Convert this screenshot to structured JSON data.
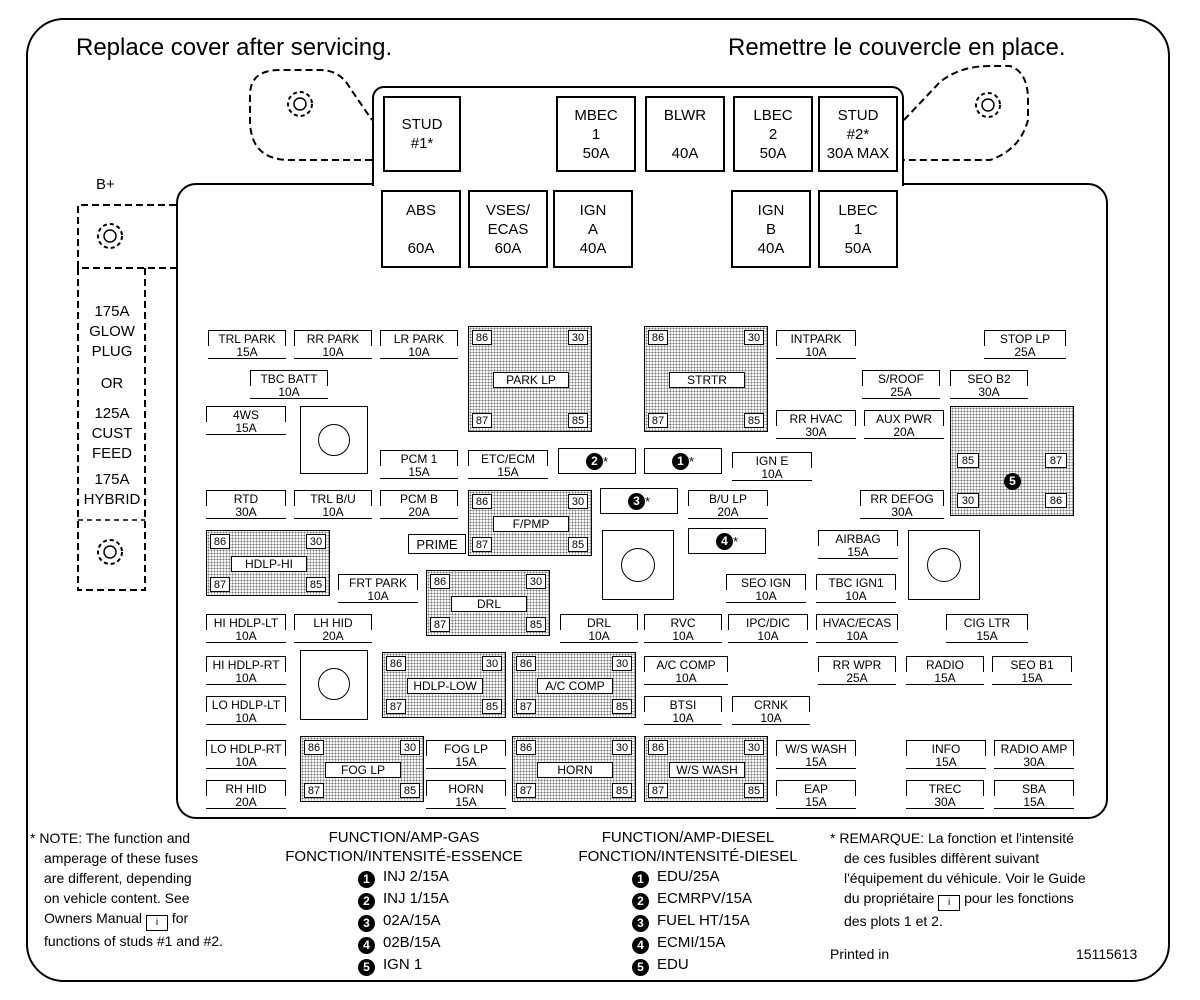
{
  "header": {
    "left": "Replace cover after servicing.",
    "right": "Remettre le couvercle en place."
  },
  "bplus": "B+",
  "side_text": {
    "line1": "175A",
    "line2": "GLOW",
    "line3": "PLUG",
    "or": "OR",
    "line4": "125A",
    "line5": "CUST",
    "line6": "FEED",
    "line7": "175A",
    "line8": "HYBRID"
  },
  "maxi": {
    "stud1": "STUD\n#1*",
    "mbec1": "MBEC\n1\n50A",
    "blwr": "BLWR\n\n40A",
    "lbec2": "LBEC\n2\n50A",
    "stud2": "STUD\n#2*\n30A MAX",
    "abs": "ABS\n\n60A",
    "vses": "VSES/\nECAS\n60A",
    "igna": "IGN\nA\n40A",
    "ignb": "IGN\nB\n40A",
    "lbec1": "LBEC\n1\n50A"
  },
  "fuses": [
    {
      "id": "trl-park",
      "name": "TRL PARK",
      "amp": "15A"
    },
    {
      "id": "rr-park",
      "name": "RR PARK",
      "amp": "10A"
    },
    {
      "id": "lr-park",
      "name": "LR PARK",
      "amp": "10A"
    },
    {
      "id": "tbc-batt",
      "name": "TBC BATT",
      "amp": "10A"
    },
    {
      "id": "4ws",
      "name": "4WS",
      "amp": "15A"
    },
    {
      "id": "rtd",
      "name": "RTD",
      "amp": "30A"
    },
    {
      "id": "trl-bu",
      "name": "TRL B/U",
      "amp": "10A"
    },
    {
      "id": "pcm-b",
      "name": "PCM B",
      "amp": "20A"
    },
    {
      "id": "pcm-1",
      "name": "PCM 1",
      "amp": "15A"
    },
    {
      "id": "etc-ecm",
      "name": "ETC/ECM",
      "amp": "15A"
    },
    {
      "id": "intpark",
      "name": "INTPARK",
      "amp": "10A"
    },
    {
      "id": "stop-lp",
      "name": "STOP LP",
      "amp": "25A"
    },
    {
      "id": "s-roof",
      "name": "S/ROOF",
      "amp": "25A"
    },
    {
      "id": "seo-b2",
      "name": "SEO B2",
      "amp": "30A"
    },
    {
      "id": "rr-hvac",
      "name": "RR HVAC",
      "amp": "30A"
    },
    {
      "id": "aux-pwr",
      "name": "AUX PWR",
      "amp": "20A"
    },
    {
      "id": "ign-e",
      "name": "IGN E",
      "amp": "10A"
    },
    {
      "id": "bu-lp",
      "name": "B/U LP",
      "amp": "20A"
    },
    {
      "id": "rr-defog",
      "name": "RR DEFOG",
      "amp": "30A"
    },
    {
      "id": "airbag",
      "name": "AIRBAG",
      "amp": "15A"
    },
    {
      "id": "frt-park",
      "name": "FRT PARK",
      "amp": "10A"
    },
    {
      "id": "seo-ign",
      "name": "SEO IGN",
      "amp": "10A"
    },
    {
      "id": "tbc-ign1",
      "name": "TBC IGN1",
      "amp": "10A"
    },
    {
      "id": "hi-hdlp-lt",
      "name": "HI HDLP-LT",
      "amp": "10A"
    },
    {
      "id": "lh-hid",
      "name": "LH HID",
      "amp": "20A"
    },
    {
      "id": "drl-f",
      "name": "DRL",
      "amp": "10A"
    },
    {
      "id": "rvc",
      "name": "RVC",
      "amp": "10A"
    },
    {
      "id": "ipc-dic",
      "name": "IPC/DIC",
      "amp": "10A"
    },
    {
      "id": "hvac-ecas",
      "name": "HVAC/ECAS",
      "amp": "10A"
    },
    {
      "id": "cig-ltr",
      "name": "CIG LTR",
      "amp": "15A"
    },
    {
      "id": "hi-hdlp-rt",
      "name": "HI HDLP-RT",
      "amp": "10A"
    },
    {
      "id": "ac-comp-f",
      "name": "A/C COMP",
      "amp": "10A"
    },
    {
      "id": "rr-wpr",
      "name": "RR WPR",
      "amp": "25A"
    },
    {
      "id": "radio",
      "name": "RADIO",
      "amp": "15A"
    },
    {
      "id": "seo-b1",
      "name": "SEO B1",
      "amp": "15A"
    },
    {
      "id": "lo-hdlp-lt",
      "name": "LO HDLP-LT",
      "amp": "10A"
    },
    {
      "id": "btsi",
      "name": "BTSI",
      "amp": "10A"
    },
    {
      "id": "crnk",
      "name": "CRNK",
      "amp": "10A"
    },
    {
      "id": "lo-hdlp-rt",
      "name": "LO HDLP-RT",
      "amp": "10A"
    },
    {
      "id": "fog-lp-f",
      "name": "FOG LP",
      "amp": "15A"
    },
    {
      "id": "ws-wash-f",
      "name": "W/S WASH",
      "amp": "15A"
    },
    {
      "id": "info",
      "name": "INFO",
      "amp": "15A"
    },
    {
      "id": "radio-amp",
      "name": "RADIO AMP",
      "amp": "30A"
    },
    {
      "id": "rh-hid",
      "name": "RH HID",
      "amp": "20A"
    },
    {
      "id": "horn-f",
      "name": "HORN",
      "amp": "15A"
    },
    {
      "id": "eap",
      "name": "EAP",
      "amp": "15A"
    },
    {
      "id": "trec",
      "name": "TREC",
      "amp": "30A"
    },
    {
      "id": "sba",
      "name": "SBA",
      "amp": "15A"
    }
  ],
  "labels": {
    "prime": "PRIME",
    "n1": "1",
    "n2": "2",
    "n3": "3",
    "n4": "4",
    "n5": "5",
    "star": "*"
  },
  "relays": [
    {
      "id": "park-lp",
      "name": "PARK LP"
    },
    {
      "id": "strtr",
      "name": "STRTR"
    },
    {
      "id": "f-pmp",
      "name": "F/PMP"
    },
    {
      "id": "hdlp-hi",
      "name": "HDLP-HI"
    },
    {
      "id": "drl",
      "name": "DRL"
    },
    {
      "id": "hdlp-low",
      "name": "HDLP-LOW"
    },
    {
      "id": "ac-comp",
      "name": "A/C COMP"
    },
    {
      "id": "fog-lp",
      "name": "FOG LP"
    },
    {
      "id": "horn",
      "name": "HORN"
    },
    {
      "id": "ws-wash",
      "name": "W/S WASH"
    }
  ],
  "pins": {
    "p86": "86",
    "p30": "30",
    "p87": "87",
    "p85": "85"
  },
  "note_en": {
    "l1": "NOTE:  The function and",
    "l2": "amperage of these fuses",
    "l3": "are different, depending",
    "l4": "on vehicle content.  See",
    "l5a": "Owners Manual",
    "l5b": "for",
    "l6": "functions of studs #1 and #2.",
    "book": "i"
  },
  "gas": {
    "h1": "FUNCTION/AMP-GAS",
    "h2": "FONCTION/INTENSITÉ-ESSENCE",
    "items": [
      "INJ 2/15A",
      "INJ 1/15A",
      "02A/15A",
      "02B/15A",
      "IGN 1"
    ]
  },
  "diesel": {
    "h1": "FUNCTION/AMP-DIESEL",
    "h2": "FONCTION/INTENSITÉ-DIESEL",
    "items": [
      "EDU/25A",
      "ECMRPV/15A",
      "FUEL HT/15A",
      "ECMI/15A",
      "EDU"
    ]
  },
  "note_fr": {
    "l1": "REMARQUE:  La fonction et l'intensité",
    "l2": "de ces fusibles diffèrent suivant",
    "l3": "l'équipement du véhicule. Voir le Guide",
    "l4a": "du propriétaire",
    "l4b": "pour les fonctions",
    "l5": "des plots 1 et 2."
  },
  "footer": {
    "printed": "Printed in",
    "part": "15115613"
  }
}
